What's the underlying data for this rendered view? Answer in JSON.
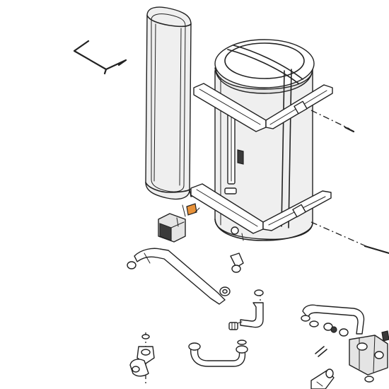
{
  "diagram": {
    "type": "exploded-parts-view",
    "highlight_color": "#e8923a",
    "line_color": "#222222",
    "shade_color": "#e4e4e4",
    "parts": [
      "wire-hook",
      "expansion-vessel",
      "storage-cylinder",
      "upper-mounting-bracket",
      "lower-mounting-bracket",
      "cylinder-sensor-clip",
      "sensor-housing",
      "connection-pipe",
      "flexible-hose",
      "u-bend-pipe",
      "elbow-fitting",
      "gooseneck-pipe-assembly",
      "valve-block",
      "drain-cock"
    ]
  }
}
